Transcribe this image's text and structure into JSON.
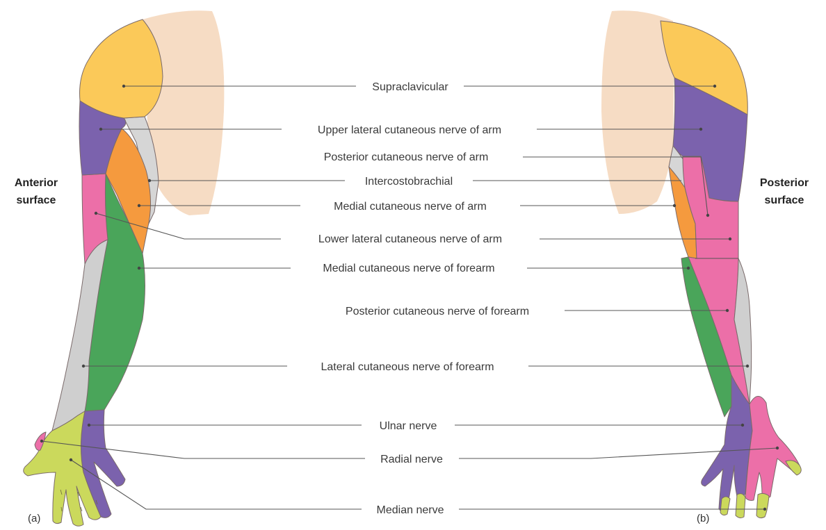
{
  "figure": {
    "left_title": [
      "Anterior",
      "surface"
    ],
    "right_title": [
      "Posterior",
      "surface"
    ],
    "panel_a": "(a)",
    "panel_b": "(b)"
  },
  "labels": {
    "supraclavicular": "Supraclavicular",
    "upper_lateral_arm": "Upper lateral cutaneous nerve of arm",
    "posterior_arm": "Posterior cutaneous nerve of arm",
    "intercostobrachial": "Intercostobrachial",
    "medial_arm": "Medial cutaneous nerve of arm",
    "lower_lateral_arm": "Lower lateral cutaneous nerve of arm",
    "medial_forearm": "Medial cutaneous nerve of forearm",
    "posterior_forearm": "Posterior cutaneous nerve of forearm",
    "lateral_forearm": "Lateral cutaneous nerve of forearm",
    "ulnar": "Ulnar nerve",
    "radial": "Radial nerve",
    "median": "Median nerve"
  },
  "colors": {
    "skin": "#f6dcc4",
    "supraclavicular": "#fbc959",
    "upper_lateral_arm": "#7b62ad",
    "intercostobrachial": "#d6d6d6",
    "medial_arm": "#f59a3e",
    "lower_lateral_arm": "#ec6fa8",
    "medial_forearm": "#4aa55a",
    "lateral_forearm": "#cfcfcf",
    "ulnar": "#7b62ad",
    "radial": "#ec6fa8",
    "median": "#cbd95c"
  }
}
